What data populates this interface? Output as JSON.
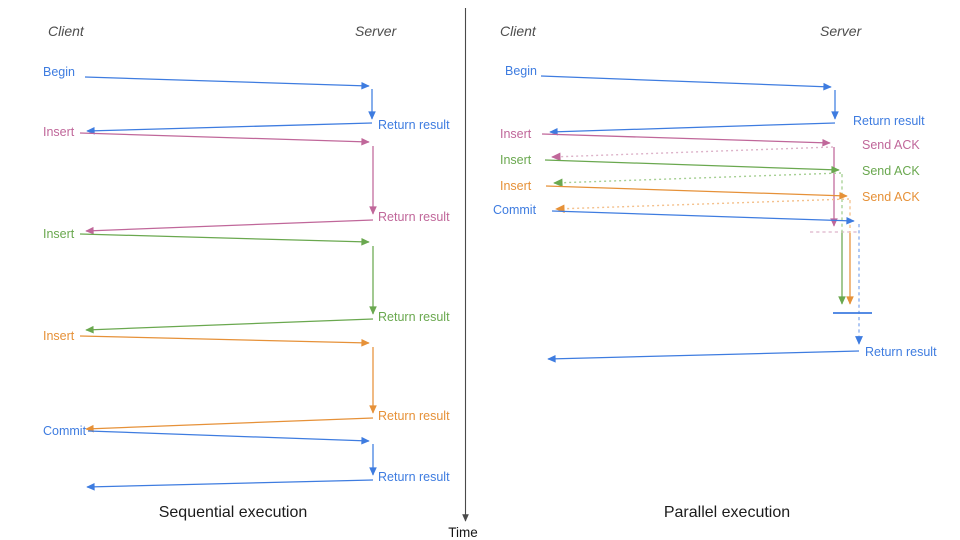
{
  "diagram": {
    "left": {
      "caption": "Sequential execution",
      "client_header": "Client",
      "server_header": "Server",
      "ops": [
        {
          "name": "begin",
          "label": "Begin",
          "color": "blue",
          "result": "Return result"
        },
        {
          "name": "insert1",
          "label": "Insert",
          "color": "pink",
          "result": "Return result"
        },
        {
          "name": "insert2",
          "label": "Insert",
          "color": "green",
          "result": "Return result"
        },
        {
          "name": "insert3",
          "label": "Insert",
          "color": "orange",
          "result": "Return result"
        },
        {
          "name": "commit",
          "label": "Commit",
          "color": "blue",
          "result": "Return result"
        }
      ]
    },
    "right": {
      "caption": "Parallel execution",
      "client_header": "Client",
      "server_header": "Server",
      "ops": [
        {
          "name": "begin",
          "label": "Begin",
          "color": "blue",
          "result": "Return result"
        },
        {
          "name": "insert1",
          "label": "Insert",
          "color": "pink",
          "ack": "Send ACK"
        },
        {
          "name": "insert2",
          "label": "Insert",
          "color": "green",
          "ack": "Send ACK"
        },
        {
          "name": "insert3",
          "label": "Insert",
          "color": "orange",
          "ack": "Send ACK"
        },
        {
          "name": "commit",
          "label": "Commit",
          "color": "blue",
          "result": "Return result"
        }
      ]
    },
    "time_axis_label": "Time"
  },
  "colors": {
    "blue": "#3e7ce0",
    "pink": "#c0679a",
    "green": "#6aa84f",
    "orange": "#e69138",
    "blue_light": "#84aaef",
    "pink_light": "#ddb3c9",
    "green_light": "#a5cf92",
    "orange_light": "#f4c08b",
    "axis_gray": "#4a4a4a",
    "header_gray": "#4d4d4d",
    "caption_black": "#1c1c1c"
  }
}
